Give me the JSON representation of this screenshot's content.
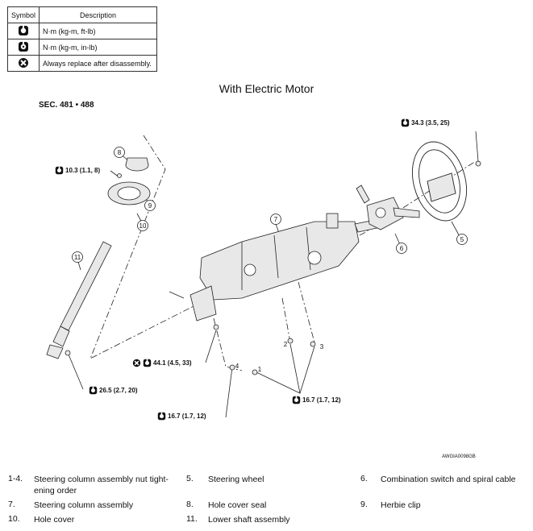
{
  "legend": {
    "header_symbol": "Symbol",
    "header_description": "Description",
    "rows": [
      {
        "icon": "torque-wrench-icon",
        "description": "N·m (kg-m, ft-lb)"
      },
      {
        "icon": "torque-wrench-inlb-icon",
        "description": "N·m (kg-m, in-lb)"
      },
      {
        "icon": "always-replace-icon",
        "description": "Always replace after disassembly."
      }
    ]
  },
  "title": "With Electric Motor",
  "section": "SEC. 481 • 488",
  "callouts": {
    "c1": "1",
    "c2": "2",
    "c3": "3",
    "c4": "4",
    "c5": "5",
    "c6": "6",
    "c7": "7",
    "c8": "8",
    "c9": "9",
    "c10": "10",
    "c11": "11"
  },
  "torques": {
    "t1": "10.3 (1.1, 8)",
    "t2": "34.3 (3.5, 25)",
    "t3": "44.1 (4.5, 33)",
    "t4": "26.5 (2.7, 20)",
    "t5": "16.7 (1.7, 12)",
    "t6": "16.7 (1.7, 12)"
  },
  "figure_code": "AWGIA0098GB",
  "captions": [
    {
      "num": "1-4.",
      "text": "Steering column assembly nut tight-ening order"
    },
    {
      "num": "5.",
      "text": "Steering wheel"
    },
    {
      "num": "6.",
      "text": "Combination switch and spiral cable"
    },
    {
      "num": "7.",
      "text": "Steering column assembly"
    },
    {
      "num": "8.",
      "text": "Hole cover seal"
    },
    {
      "num": "9.",
      "text": "Herbie clip"
    },
    {
      "num": "10.",
      "text": "Hole cover"
    },
    {
      "num": "11.",
      "text": "Lower shaft assembly"
    }
  ],
  "colors": {
    "line": "#222222",
    "fill": "#e8e8e8"
  }
}
